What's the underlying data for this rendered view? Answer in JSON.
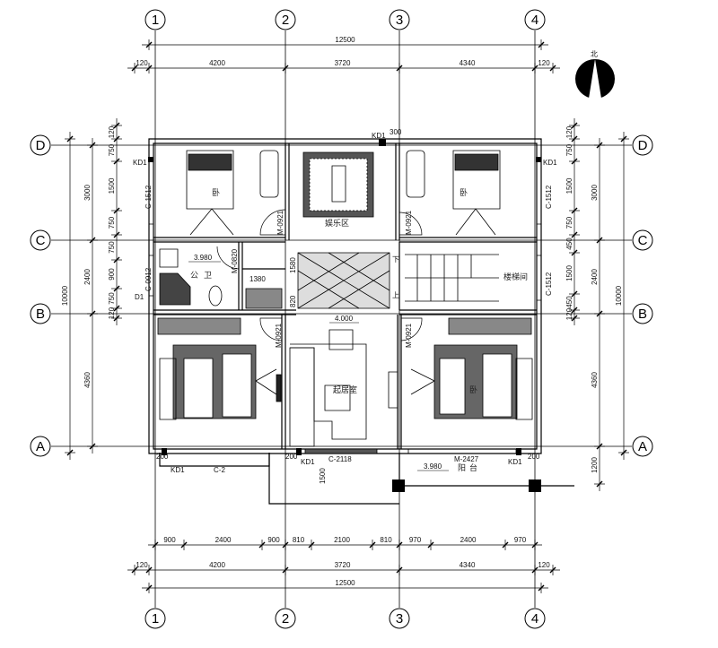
{
  "axes": {
    "vertical": [
      "1",
      "2",
      "3",
      "4"
    ],
    "horizontal": [
      "D",
      "C",
      "B",
      "A"
    ]
  },
  "north_label": "北",
  "top_dims": {
    "total": "12500",
    "segments": [
      "120",
      "4200",
      "3720",
      "4340",
      "120"
    ]
  },
  "bottom_dims": {
    "row1": [
      "900",
      "2400",
      "900",
      "810",
      "2100",
      "810",
      "970",
      "2400",
      "970"
    ],
    "row2": [
      "120",
      "4200",
      "3720",
      "4340",
      "120"
    ],
    "total": "12500"
  },
  "left_dims": {
    "total": "10000",
    "mid": [
      "3000",
      "2400",
      "4360"
    ],
    "inner": [
      "120",
      "750",
      "1500",
      "750",
      "750",
      "900",
      "750",
      "120"
    ]
  },
  "right_dims": {
    "total": "10000",
    "mid": [
      "3000",
      "2400",
      "4360",
      "1200"
    ],
    "inner": [
      "120",
      "750",
      "1500",
      "750",
      "450",
      "1500",
      "450",
      "120"
    ]
  },
  "rooms": {
    "bedroom_nw": "卧",
    "entertainment": "娱乐区",
    "bedroom_ne": "卧",
    "bath": "公卫",
    "stairs": "楼梯间",
    "living": "起居室",
    "bedroom_se": "卧",
    "balcony": "阳台"
  },
  "elevations": {
    "bath": "3.980",
    "living": "4.000",
    "balcony": "3.980"
  },
  "tags": {
    "kd1": "KD1",
    "d1": "D1",
    "c1512": "C-1512",
    "c0912": "C-0912",
    "m0921": "M-0921",
    "m0820": "M-0820",
    "c2": "C-2",
    "c2118": "C-2118",
    "m2427": "M-2427",
    "d300": "300",
    "d200": "200",
    "d1380": "1380",
    "d1580": "1580",
    "d820": "820",
    "d1500": "1500",
    "up": "上",
    "down": "下"
  }
}
